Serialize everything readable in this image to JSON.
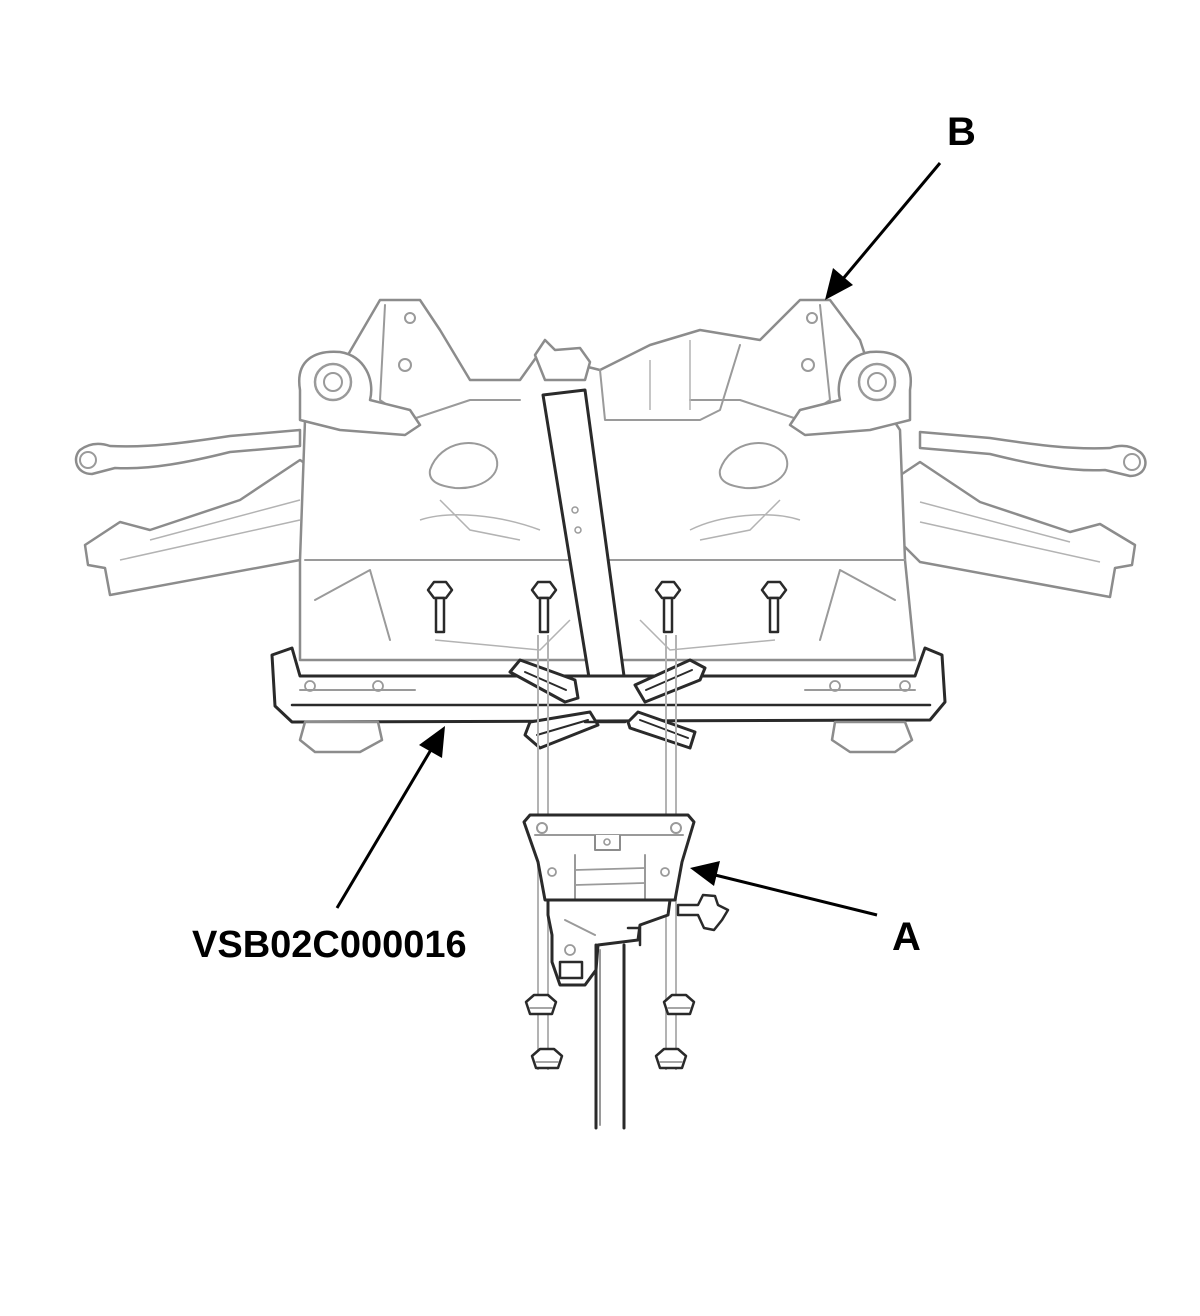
{
  "callouts": {
    "a": "A",
    "b": "B",
    "tool": "VSB02C000016"
  },
  "colors": {
    "line": "#2a2a2a",
    "line_light": "#9a9a9a",
    "background": "#ffffff",
    "label": "#000000"
  }
}
